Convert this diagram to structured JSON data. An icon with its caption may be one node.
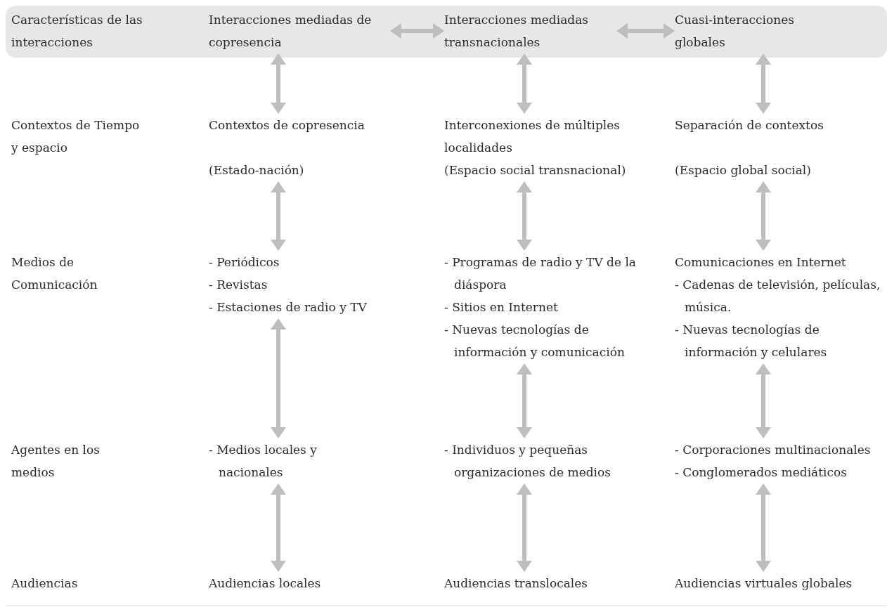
{
  "diagram": {
    "nodes": [
      {
        "text": [],
        "shape": "bar"
      },
      {
        "text": [
          "Características de las interacciones"
        ],
        "in": 0
      },
      {
        "text": [
          "Interacciones mediadas de copresencia"
        ],
        "in": 0
      },
      {
        "text": [
          "Interacciones mediadas transnacionales"
        ],
        "in": 0
      },
      {
        "text": [
          "Cuasi-interacciones globales"
        ],
        "in": 0
      },
      {
        "text": [
          "Contextos de copresencia",
          "(Estado-nación)"
        ]
      },
      {
        "text": [
          "- Periódicos",
          "- Revistas",
          "- Estaciones de radio y TV"
        ]
      },
      {
        "text": [
          "- Medios locales y nacionales"
        ]
      },
      {
        "text": [
          "Audiencias locales"
        ]
      },
      {
        "text": [
          "Interconexiones de múltiples localidades",
          "(Espacio social transnacional)"
        ]
      },
      {
        "text": [
          "- Programas de radio y TV de la diáspora",
          "- Sitios en Internet",
          "- Nuevas tecnologías de información y comunicación"
        ]
      },
      {
        "text": [
          "- Individuos y pequeñas organizaciones de medios"
        ]
      },
      {
        "text": [
          "Audiencias translocales"
        ]
      },
      {
        "text": [
          "Separación de contextos",
          "(Espacio global social)"
        ]
      },
      {
        "text": [
          "Comunicaciones en Internet",
          "- Cadenas de televisión, películas, música.",
          "- Nuevas tecnologías de información y celulares"
        ]
      },
      {
        "text": [
          "- Corporaciones multinacionales",
          "- Conglomerados mediáticos"
        ]
      },
      {
        "text": [
          "Audiencias virtuales globales"
        ]
      }
    ],
    "edges": [
      {
        "from": 2,
        "to": 3,
        "arrow": "both"
      },
      {
        "from": 3,
        "to": 4,
        "arrow": "both"
      },
      {
        "from": 2,
        "to": 5,
        "arrow": "both"
      },
      {
        "from": 5,
        "to": 6,
        "arrow": "both"
      },
      {
        "from": 6,
        "to": 7,
        "arrow": "both"
      },
      {
        "from": 7,
        "to": 8,
        "arrow": "both"
      },
      {
        "from": 3,
        "to": 9,
        "arrow": "both"
      },
      {
        "from": 9,
        "to": 10,
        "arrow": "both"
      },
      {
        "from": 10,
        "to": 11,
        "arrow": "both"
      },
      {
        "from": 11,
        "to": 12,
        "arrow": "both"
      },
      {
        "from": 4,
        "to": 13,
        "arrow": "both"
      },
      {
        "from": 13,
        "to": 14,
        "arrow": "both"
      },
      {
        "from": 14,
        "to": 15,
        "arrow": "both"
      },
      {
        "from": 15,
        "to": 16,
        "arrow": "both"
      }
    ],
    "labels": [
      "Contextos de Tiempo y espacio",
      "Medios de Comunicación",
      "Agentes en los medios",
      "Audiencias"
    ]
  }
}
